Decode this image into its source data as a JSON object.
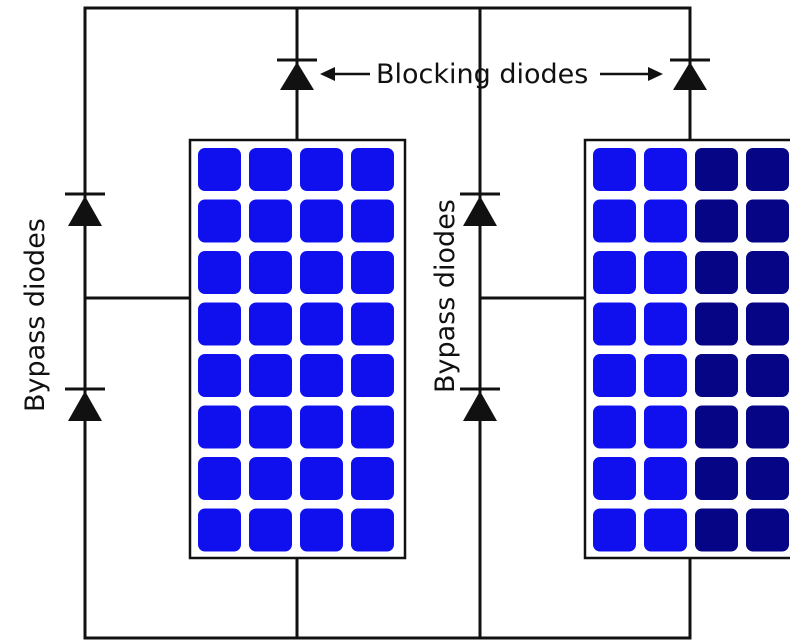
{
  "labels": {
    "blocking": "Blocking diodes",
    "bypass_left": "Bypass diodes",
    "bypass_right": "Bypass diodes"
  },
  "panels": [
    {
      "rows": 8,
      "cols": 4,
      "cell_colors": [
        "#1010ee",
        "#1010ee",
        "#1010ee",
        "#1010ee"
      ]
    },
    {
      "rows": 8,
      "cols": 4,
      "cell_colors": [
        "#1010ee",
        "#1010ee",
        "#050585",
        "#050585"
      ]
    }
  ],
  "colors": {
    "wire": "#111111",
    "cell_normal": "#1010ee",
    "cell_shaded": "#050585"
  }
}
